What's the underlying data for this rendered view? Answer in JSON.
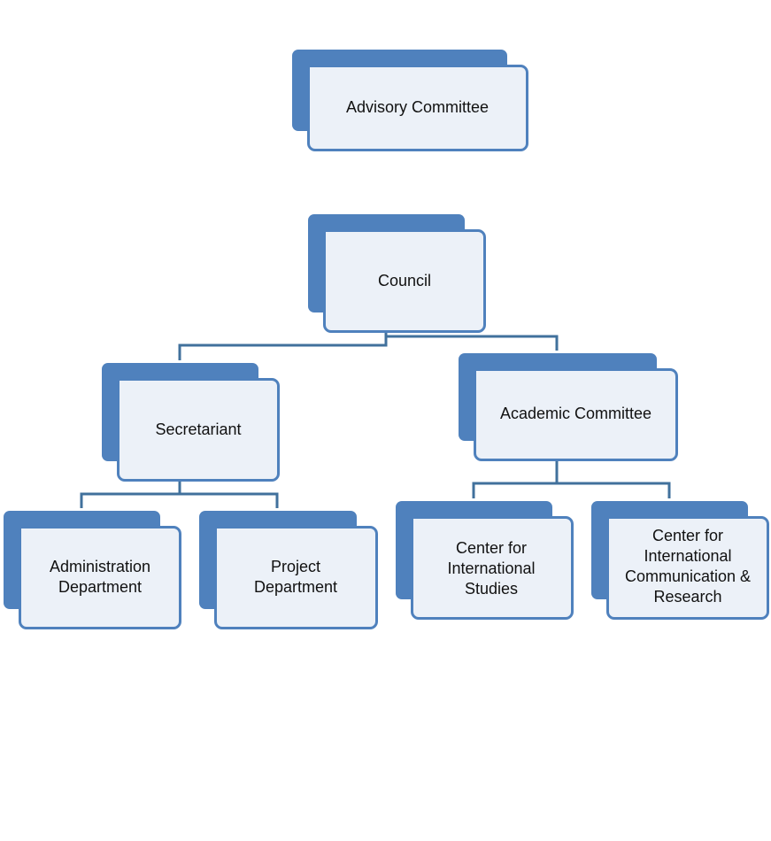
{
  "colors": {
    "accent": "#4f81bd",
    "box_fill": "#ecf1f8",
    "connector": "#41719c",
    "text": "#111111"
  },
  "org_chart": {
    "advisory_committee": "Advisory Committee",
    "council": "Council",
    "secretariant": "Secretariant",
    "academic_committee": "Academic Committee",
    "administration_department": "Administration Department",
    "project_department": "Project Department",
    "center_international_studies": "Center for International Studies",
    "center_international_communication": "Center for International Communication & Research"
  }
}
